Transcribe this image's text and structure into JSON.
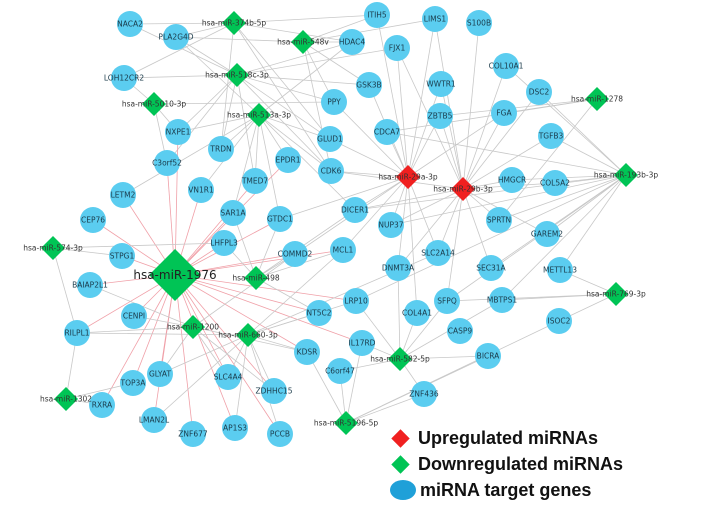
{
  "colors": {
    "gene": "#5bcdf0",
    "down": "#00c455",
    "up": "#f02020",
    "edge": "#c8c8c8",
    "edge_1976": "#f0a0a8",
    "legend_gene": "#1fa0d8"
  },
  "genes": [
    "NACA2",
    "PLA2G4D",
    "ITIH5",
    "LIMS1",
    "S100B",
    "HDAC4",
    "FJX1",
    "LOH12CR2",
    "GSK3B",
    "WWTR1",
    "COL10A1",
    "DSC2",
    "PPY",
    "ZBTB5",
    "FGA",
    "NXPE1",
    "GLUD1",
    "CDCA7",
    "TGFB3",
    "TRDN",
    "C3orf52",
    "EPDR1",
    "CDK6",
    "HMGCR",
    "COL5A2",
    "TMED7",
    "VN1R1",
    "LETM2",
    "DICER1",
    "NUP37",
    "SPRTN",
    "GAREM2",
    "CEP76",
    "SAR1A",
    "GTDC1",
    "LHFPL3",
    "COMMD2",
    "MCL1",
    "SLC2A14",
    "DNMT3A",
    "SEC31A",
    "METTL13",
    "STPG1",
    "BAIAP2L1",
    "LRP10",
    "COL4A1",
    "SFPQ",
    "MBTPS1",
    "ISOC2",
    "CENPI",
    "NT5C2",
    "CASP9",
    "IL17RD",
    "RILPL1",
    "KDSR",
    "C6orf47",
    "BICRA",
    "GLYAT",
    "SLC4A4",
    "TOP3A",
    "ZDHHC15",
    "ZNF436",
    "RXRA",
    "LMAN2L",
    "AP1S3",
    "PCCB",
    "ZNF677"
  ],
  "mirnas": [
    {
      "label": "hsa-miR-374b-5p",
      "reg": "down",
      "targets": [
        "NACA2",
        "PLA2G4D",
        "ITIH5",
        "HDAC4",
        "GLUD1",
        "CDK6",
        "TRDN",
        "LOH12CR2"
      ]
    },
    {
      "label": "hsa-miR-548v",
      "reg": "down",
      "targets": [
        "LIMS1",
        "HDAC4",
        "ITIH5",
        "PPY",
        "GSK3B",
        "PLA2G4D",
        "CDK6"
      ]
    },
    {
      "label": "hsa-miR-518c-3p",
      "reg": "down",
      "targets": [
        "NACA2",
        "LOH12CR2",
        "PLA2G4D",
        "HDAC4",
        "FJX1",
        "GSK3B",
        "PPY",
        "GLUD1",
        "CDK6",
        "TRDN",
        "C3orf52",
        "NXPE1",
        "TMED7"
      ]
    },
    {
      "label": "hsa-miR-5010-3p",
      "reg": "down",
      "targets": [
        "LOH12CR2",
        "NXPE1",
        "PPY",
        "C3orf52"
      ]
    },
    {
      "label": "hsa-miR-513a-3p",
      "reg": "down",
      "targets": [
        "PLA2G4D",
        "NXPE1",
        "TRDN",
        "EPDR1",
        "GLUD1",
        "CDK6",
        "SAR1A",
        "GTDC1",
        "TMED7",
        "VN1R1",
        "LETM2",
        "HDAC4",
        "DICER1"
      ]
    },
    {
      "label": "hsa-miR-1278",
      "reg": "down",
      "targets": [
        "FGA",
        "ZBTB5",
        "SPRTN",
        "CDCA7"
      ]
    },
    {
      "label": "hsa-miR-29a-3p",
      "reg": "up",
      "targets": [
        "ITIH5",
        "LIMS1",
        "FJX1",
        "GSK3B",
        "WWTR1",
        "ZBTB5",
        "CDCA7",
        "FGA",
        "CDK6",
        "DICER1",
        "NUP37",
        "MCL1",
        "DNMT3A",
        "SLC2A14",
        "COL4A1",
        "GTDC1",
        "PPY",
        "GLUD1",
        "COMMD2"
      ]
    },
    {
      "label": "hsa-miR-29b-3p",
      "reg": "up",
      "targets": [
        "LIMS1",
        "S100B",
        "FJX1",
        "WWTR1",
        "COL10A1",
        "DSC2",
        "ZBTB5",
        "FGA",
        "HMGCR",
        "COL5A2",
        "SPRTN",
        "GAREM2",
        "SLC2A14",
        "DNMT3A",
        "SEC31A",
        "NUP37",
        "DICER1",
        "TGFB3",
        "CDK6",
        "SFPQ"
      ]
    },
    {
      "label": "hsa-miR-193b-3p",
      "reg": "down",
      "targets": [
        "TGFB3",
        "COL5A2",
        "HMGCR",
        "GAREM2",
        "SPRTN",
        "SEC31A",
        "METTL13",
        "MBTPS1",
        "SFPQ",
        "DSC2",
        "COL10A1",
        "CDCA7",
        "DICER1",
        "NUP37",
        "LRP10"
      ]
    },
    {
      "label": "hsa-miR-1976",
      "reg": "down",
      "big": true,
      "targets": [
        "C3orf52",
        "NXPE1",
        "VN1R1",
        "TMED7",
        "EPDR1",
        "SAR1A",
        "GTDC1",
        "LHFPL3",
        "COMMD2",
        "LETM2",
        "CEP76",
        "STPG1",
        "BAIAP2L1",
        "RILPL1",
        "CENPI",
        "GLYAT",
        "TOP3A",
        "RXRA",
        "LMAN2L",
        "ZNF677",
        "AP1S3",
        "SLC4A4",
        "ZDHHC15",
        "PCCB",
        "KDSR",
        "NT5C2",
        "LRP10",
        "IL17RD",
        "MCL1"
      ]
    },
    {
      "label": "hsa-miR-574-3p",
      "reg": "down",
      "targets": [
        "STPG1",
        "RILPL1",
        "LHFPL3"
      ]
    },
    {
      "label": "hsa-miR-498",
      "reg": "down",
      "targets": [
        "COMMD2",
        "SAR1A",
        "LHFPL3",
        "MCL1",
        "NT5C2",
        "GTDC1",
        "DICER1"
      ]
    },
    {
      "label": "hsa-miR-1200",
      "reg": "down",
      "targets": [
        "RILPL1",
        "CENPI",
        "GLYAT",
        "SLC4A4",
        "ZDHHC15",
        "KDSR",
        "BAIAP2L1",
        "COMMD2"
      ]
    },
    {
      "label": "hsa-miR-660-3p",
      "reg": "down",
      "targets": [
        "RILPL1",
        "GLYAT",
        "LMAN2L",
        "SLC4A4",
        "AP1S3",
        "PCCB",
        "ZDHHC15",
        "KDSR",
        "NT5C2",
        "LRP10",
        "MCL1",
        "SLC2A14"
      ]
    },
    {
      "label": "hsa-miR-769-3p",
      "reg": "down",
      "targets": [
        "METTL13",
        "MBTPS1",
        "ISOC2",
        "SFPQ"
      ]
    },
    {
      "label": "hsa-miR-582-5p",
      "reg": "down",
      "targets": [
        "BICRA",
        "ZNF436",
        "C6orf47",
        "IL17RD",
        "LRP10",
        "COL4A1",
        "SFPQ",
        "MBTPS1",
        "DNMT3A"
      ]
    },
    {
      "label": "hsa-miR-1302",
      "reg": "down",
      "targets": [
        "RILPL1",
        "RXRA",
        "TOP3A"
      ]
    },
    {
      "label": "hsa-miR-5196-5p",
      "reg": "down",
      "targets": [
        "ZNF436",
        "BICRA",
        "ISOC2",
        "KDSR",
        "C6orf47",
        "IL17RD"
      ]
    }
  ],
  "legend": [
    {
      "label": "Upregulated miRNAs",
      "shape": "diamond",
      "color": "#f02020"
    },
    {
      "label": "Downregulated miRNAs",
      "shape": "diamond",
      "color": "#00c455"
    },
    {
      "label": "miRNA target genes",
      "shape": "ellipse",
      "color": "#1fa0d8"
    }
  ]
}
